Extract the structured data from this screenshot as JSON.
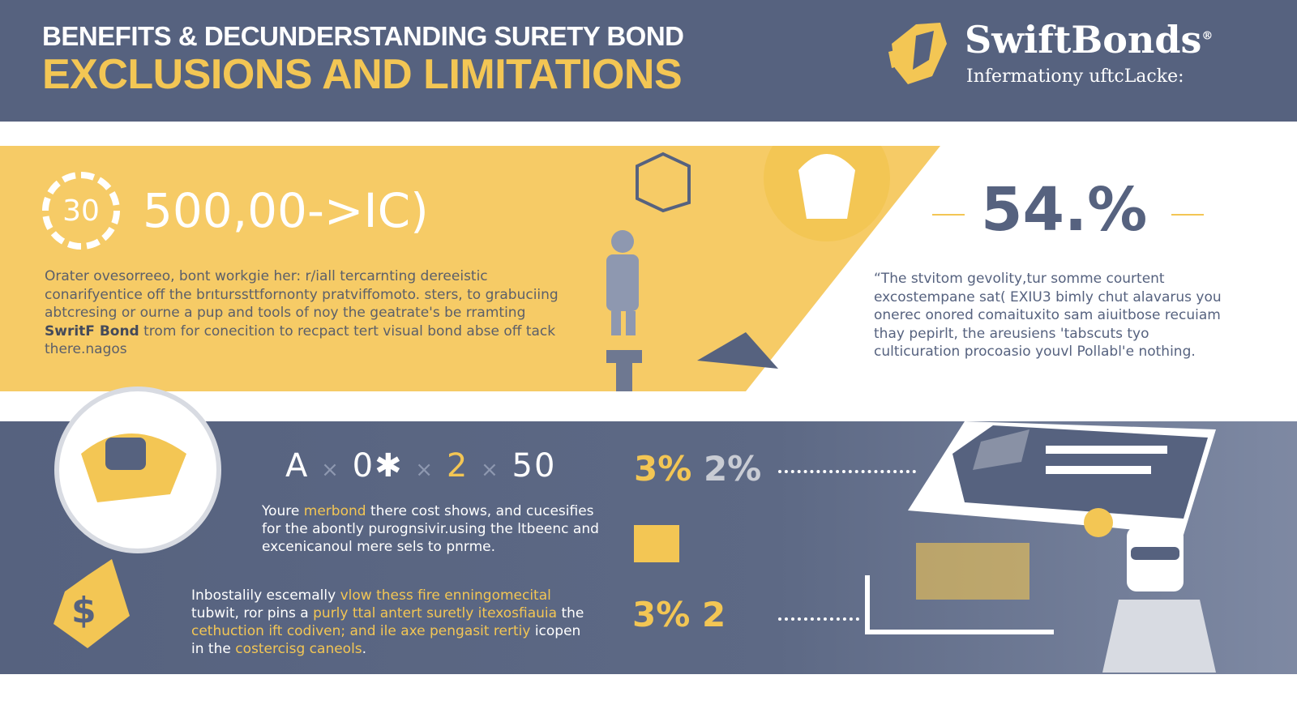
{
  "header": {
    "title_line1": "BENEFITS & DECUNDERSTANDING SURETY BOND",
    "title_line2": "EXCLUSIONS AND LIMITATIONS",
    "brand": "SwiftBonds",
    "brand_mark": "®",
    "tagline": "Infermationy uftcLacke:"
  },
  "top": {
    "badge": "30",
    "big_stat": "500,00->IC)",
    "paragraph_before": "Orater ovesorreeo, bont workgie her: r/iall tercarnting dereeistic conarifyentice off the brıturssttfornonty pratviffomoto. sters, to grabuciing abtcresing or ourne a pup and tools of noy the geatrate's be rramting ",
    "paragraph_bold": "SwritF Bond",
    "paragraph_after": " trom for conecition to recpact tert visual bond abse off tack there.nagos",
    "percent": "54.%",
    "quote": "“The stvitom gevolity,tur somme courtent excostempane sat( EXIU3 bimly chut alavarus you onerec onored comaituxito sam aiuitbose recuiam thay pepirlt, the areusiens 'tabscuts tyo culticuration procoasio youvl Pollabl'e nothing."
  },
  "bottom": {
    "equation": [
      "A",
      "×",
      "0✱",
      "×",
      "2",
      "×",
      "50"
    ],
    "p2": [
      "Youre ",
      "merbond",
      " there cost shows, and cucesifies for the abontly purognsivir.using the ltbeenc and excenicanoul mere sels to pnrme."
    ],
    "p3": [
      "Inbostalily escemally ",
      "vlow thess fire enningomecital",
      " tubwit, ror pins a ",
      "purly ttal antert suretly itexosfiauia",
      " the ",
      "cethuction ift codiven; and ile axe pengasit rertiy",
      " icopen in the ",
      "costercisg caneols",
      "."
    ],
    "stat1": [
      "3%",
      "2%"
    ],
    "stat2": [
      "3%",
      "2"
    ],
    "dollar": "$"
  },
  "colors": {
    "slate": "#56627f",
    "yellow": "#f3c654",
    "white": "#ffffff"
  }
}
